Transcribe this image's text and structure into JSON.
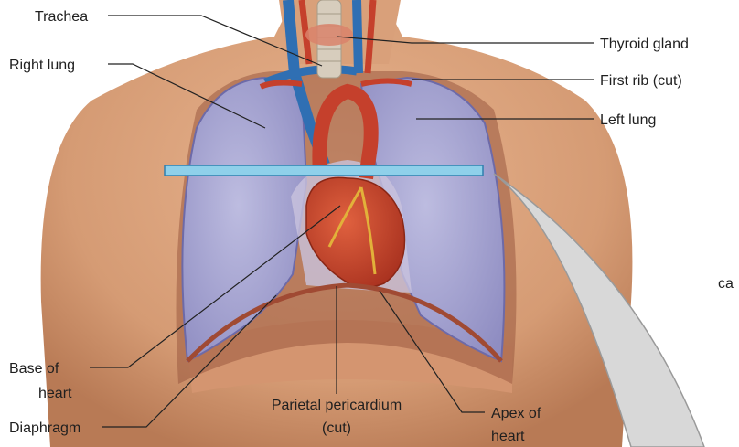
{
  "labels": {
    "trachea": "Trachea",
    "right_lung": "Right lung",
    "thyroid_gland": "Thyroid gland",
    "first_rib": "First rib (cut)",
    "left_lung": "Left lung",
    "base_of_heart_1": "Base of",
    "base_of_heart_2": "heart",
    "diaphragm": "Diaphragm",
    "parietal_pericardium_1": "Parietal pericardium",
    "parietal_pericardium_2": "(cut)",
    "apex_of_heart_1": "Apex of",
    "apex_of_heart_2": "heart",
    "cropped_text": "ca"
  },
  "colors": {
    "skin": "#dca17c",
    "skin_shadow": "#b87a55",
    "lung": "#a8a7d3",
    "lung_edge": "#7d7bb5",
    "heart": "#c9442a",
    "vessel_blue": "#2f6fb3",
    "vessel_red": "#c5402c",
    "section_band": "#8fd0ea",
    "callout_gray": "#d8d8d8"
  }
}
